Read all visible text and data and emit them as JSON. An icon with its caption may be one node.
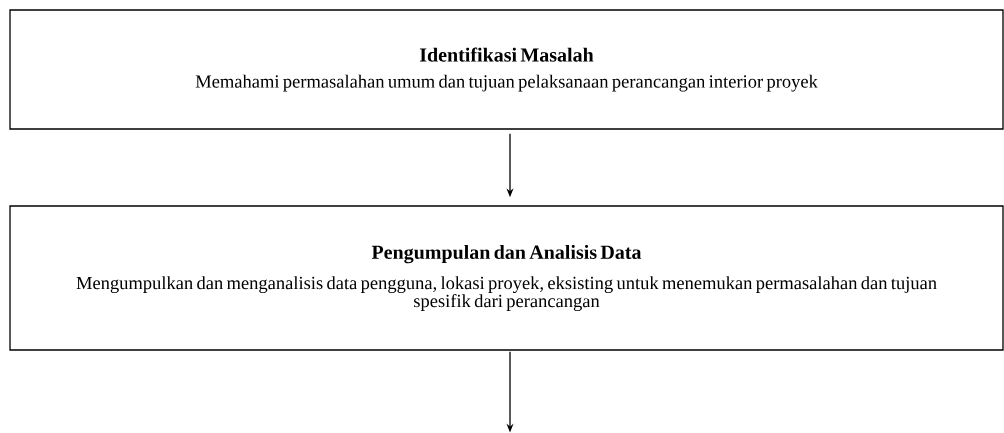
{
  "diagram": {
    "nodes": [
      {
        "text": [
          "Identifikasi Masalah",
          "Memahami permasalahan umum dan tujuan pelaksanaan perancangan interior proyek"
        ]
      },
      {
        "text": [
          "Pengumpulan dan Analisis Data",
          "Mengumpulkan dan menganalisis data pengguna, lokasi proyek, eksisting untuk menemukan permasalahan dan tujuan spesifik dari perancangan"
        ]
      }
    ],
    "edges": [
      {
        "from": 0,
        "to": 1,
        "arrow": "to"
      },
      {
        "from": 1,
        "to": null,
        "arrow": "to"
      }
    ]
  }
}
